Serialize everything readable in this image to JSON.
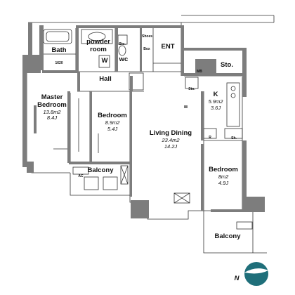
{
  "rooms": {
    "bath": {
      "name": "Bath",
      "detail": "1620"
    },
    "powder": {
      "name_line1": "powder",
      "name_line2": "room"
    },
    "wc": {
      "name": "wc"
    },
    "washer": {
      "label": "W"
    },
    "ent": {
      "name": "ENT"
    },
    "shoes": {
      "label": "Shoes Box"
    },
    "sto_small": {
      "label": "Sto."
    },
    "mb": {
      "label": "MB"
    },
    "sto_large": {
      "name": "Sto."
    },
    "hall": {
      "name": "Hall"
    },
    "sto_hall": {
      "label": "Sto."
    },
    "master": {
      "name_line1": "Master",
      "name_line2": "Bedroom",
      "area": "13.8m2",
      "volume": "8.4J"
    },
    "bedroom1": {
      "name": "Bedroom",
      "area": "8.9m2",
      "volume": "5.4J"
    },
    "living": {
      "name": "Living Dining",
      "area": "23.4m2",
      "volume": "14.2J"
    },
    "kitchen": {
      "name": "K",
      "area": "5.9m2",
      "volume": "3.6J"
    },
    "fridge": {
      "label": "R"
    },
    "sto_kitchen": {
      "label": "Sh."
    },
    "bedroom2": {
      "name": "Bedroom",
      "area": "8m2",
      "volume": "4.9J"
    },
    "balcony1": {
      "name": "Balcony"
    },
    "balcony2": {
      "name": "Balcony"
    },
    "ac": {
      "label": "AC"
    }
  },
  "compass": {
    "label": "N"
  },
  "colors": {
    "wall": "#7d7d7d",
    "line": "#333333",
    "compass": "#1f6f7a"
  }
}
